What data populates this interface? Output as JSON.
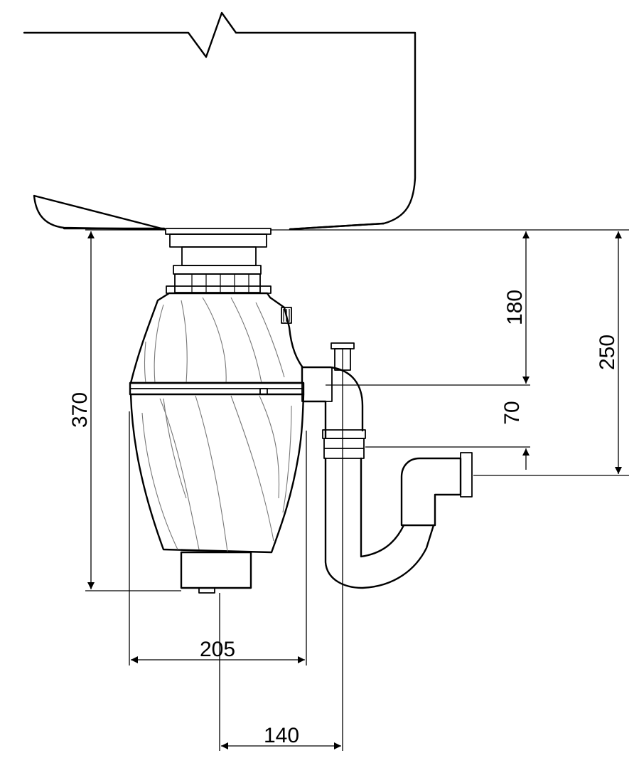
{
  "dimensions": {
    "overall_height": "370",
    "width": "205",
    "outlet_offset": "140",
    "inlet_to_outlet": "180",
    "outlet_drop": "70",
    "inlet_to_drain": "250"
  }
}
